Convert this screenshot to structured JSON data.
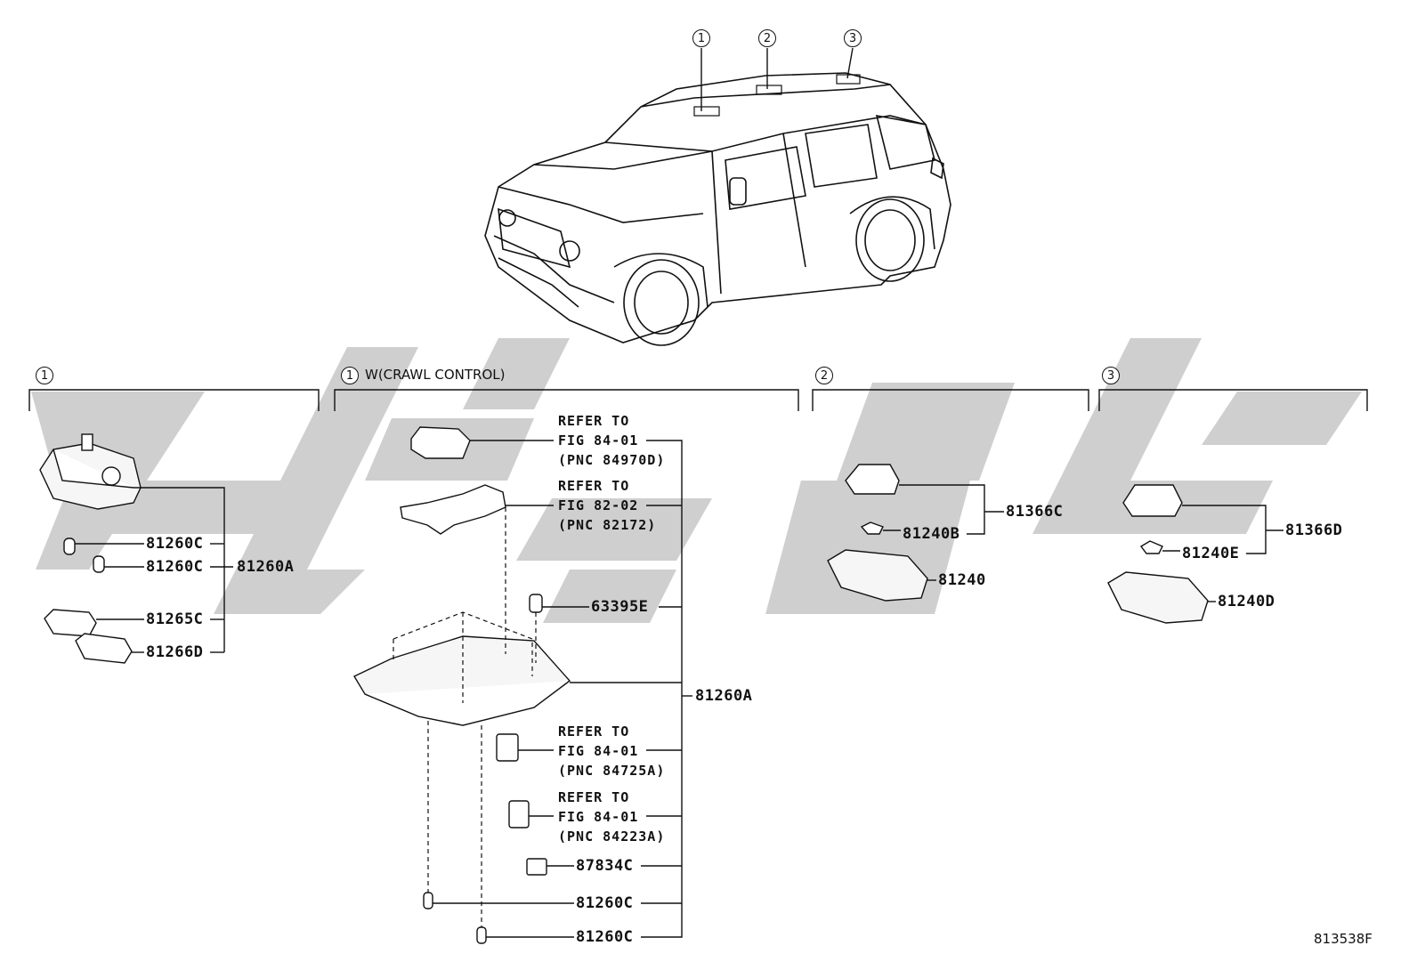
{
  "callouts": {
    "one": "1",
    "two": "2",
    "three": "3"
  },
  "sections": {
    "s1": {
      "marker": "1",
      "title": ""
    },
    "s1w": {
      "marker": "1",
      "title": "W(CRAWL CONTROL)"
    },
    "s2": {
      "marker": "2",
      "title": ""
    },
    "s3": {
      "marker": "3",
      "title": ""
    }
  },
  "section1": {
    "assembly": "81260A",
    "parts": [
      "81260C",
      "81260C",
      "81265C",
      "81266D"
    ]
  },
  "section1w": {
    "assembly": "81260A",
    "refs": [
      {
        "line1": "REFER TO",
        "line2": "FIG 84-01",
        "line3": "(PNC 84970D)"
      },
      {
        "line1": "REFER TO",
        "line2": "FIG 82-02",
        "line3": "(PNC 82172)"
      },
      {
        "line1": "REFER TO",
        "line2": "FIG 84-01",
        "line3": "(PNC 84725A)"
      },
      {
        "line1": "REFER TO",
        "line2": "FIG 84-01",
        "line3": "(PNC 84223A)"
      }
    ],
    "parts": {
      "clip": "63395E",
      "switch": "87834C",
      "bulb1": "81260C",
      "bulb2": "81260C"
    }
  },
  "section2": {
    "assembly": "81366C",
    "bulb": "81240B",
    "lamp": "81240"
  },
  "section3": {
    "assembly": "81366D",
    "bulb": "81240E",
    "lamp": "81240D"
  },
  "figure_code": "813538F"
}
